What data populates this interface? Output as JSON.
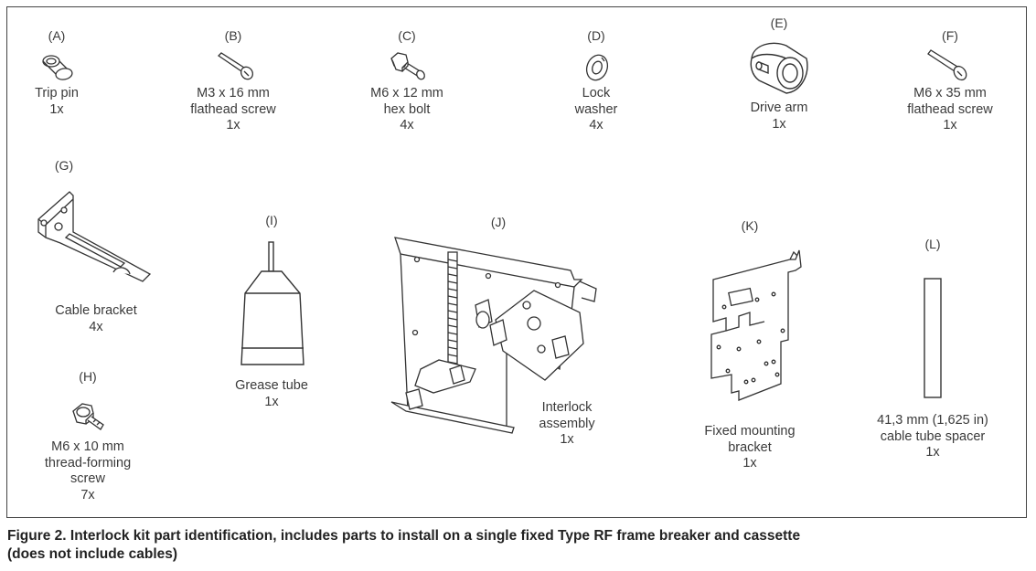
{
  "parts": [
    {
      "letter": "(A)",
      "name": "Trip pin",
      "qty": "1x"
    },
    {
      "letter": "(B)",
      "name1": "M3 x 16 mm",
      "name2": "flathead screw",
      "qty": "1x"
    },
    {
      "letter": "(C)",
      "name1": "M6 x 12 mm",
      "name2": "hex bolt",
      "qty": "4x"
    },
    {
      "letter": "(D)",
      "name1": "Lock",
      "name2": "washer",
      "qty": "4x"
    },
    {
      "letter": "(E)",
      "name": "Drive arm",
      "qty": "1x"
    },
    {
      "letter": "(F)",
      "name1": "M6 x 35 mm",
      "name2": "flathead screw",
      "qty": "1x"
    },
    {
      "letter": "(G)",
      "name": "Cable bracket",
      "qty": "4x"
    },
    {
      "letter": "(H)",
      "name1": "M6 x 10 mm",
      "name2": "thread-forming",
      "name3": "screw",
      "qty": "7x"
    },
    {
      "letter": "(I)",
      "name": "Grease tube",
      "qty": "1x"
    },
    {
      "letter": "(J)",
      "name1": "Interlock",
      "name2": "assembly",
      "qty": "1x"
    },
    {
      "letter": "(K)",
      "name1": "Fixed mounting",
      "name2": "bracket",
      "qty": "1x"
    },
    {
      "letter": "(L)",
      "name1": "41,3 mm (1,625 in)",
      "name2": "cable tube spacer",
      "qty": "1x"
    }
  ],
  "caption": {
    "line1": "Figure 2. Interlock kit part identification, includes parts to install on a single fixed Type RF frame breaker and cassette",
    "line2": "(does not include cables)"
  }
}
